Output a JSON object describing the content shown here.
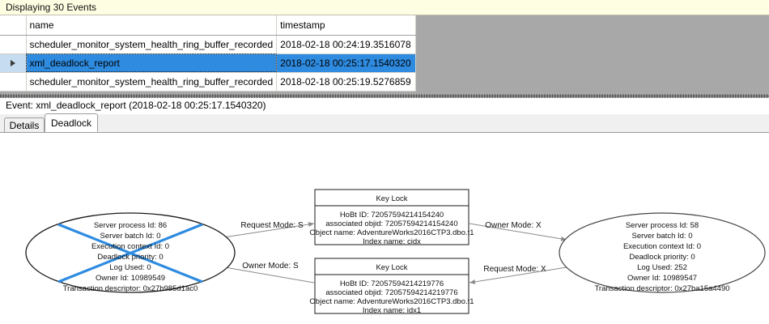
{
  "info_bar": {
    "text": "Displaying 30 Events"
  },
  "grid": {
    "columns": [
      {
        "key": "selector",
        "label": ""
      },
      {
        "key": "name",
        "label": "name"
      },
      {
        "key": "timestamp",
        "label": "timestamp"
      }
    ],
    "rows": [
      {
        "name": "scheduler_monitor_system_health_ring_buffer_recorded",
        "timestamp": "2018-02-18 00:24:19.3516078",
        "selected": false
      },
      {
        "name": "xml_deadlock_report",
        "timestamp": "2018-02-18 00:25:17.1540320",
        "selected": true
      },
      {
        "name": "scheduler_monitor_system_health_ring_buffer_recorded",
        "timestamp": "2018-02-18 00:25:19.5276859",
        "selected": false
      }
    ]
  },
  "event_detail": {
    "title": "Event: xml_deadlock_report (2018-02-18 00:25:17.1540320)",
    "tabs": [
      {
        "label": "Details",
        "active": false
      },
      {
        "label": "Deadlock",
        "active": true
      }
    ]
  },
  "deadlock_graph": {
    "victim_marker_color": "#2E8BE0",
    "processes": [
      {
        "id": "process-left",
        "is_victim": true,
        "lines": [
          "Server process Id: 86",
          "Server batch Id: 0",
          "Execution context Id: 0",
          "Deadlock priority: 0",
          "Log Used: 0",
          "Owner Id: 10989549",
          "Transaction descriptor: 0x27b985d1ac0"
        ]
      },
      {
        "id": "process-right",
        "is_victim": false,
        "lines": [
          "Server process Id: 58",
          "Server batch Id: 0",
          "Execution context Id: 0",
          "Deadlock priority: 0",
          "Log Used: 252",
          "Owner Id: 10989547",
          "Transaction descriptor: 0x27ba15a4490"
        ]
      }
    ],
    "resources": [
      {
        "id": "keylock-top",
        "title": "Key Lock",
        "lines": [
          "HoBt ID: 72057594214154240",
          "associated objid: 72057594214154240",
          "Object name: AdventureWorks2016CTP3.dbo.t1",
          "Index name: cidx"
        ]
      },
      {
        "id": "keylock-bottom",
        "title": "Key Lock",
        "lines": [
          "HoBt ID: 72057594214219776",
          "associated objid: 72057594214219776",
          "Object name: AdventureWorks2016CTP3.dbo.t1",
          "Index name: idx1"
        ]
      }
    ],
    "edges": [
      {
        "id": "edge-left-request",
        "label": "Request Mode: S"
      },
      {
        "id": "edge-left-owner",
        "label": "Owner Mode: S"
      },
      {
        "id": "edge-right-owner",
        "label": "Owner Mode: X"
      },
      {
        "id": "edge-right-request",
        "label": "Request Mode: X"
      }
    ]
  }
}
